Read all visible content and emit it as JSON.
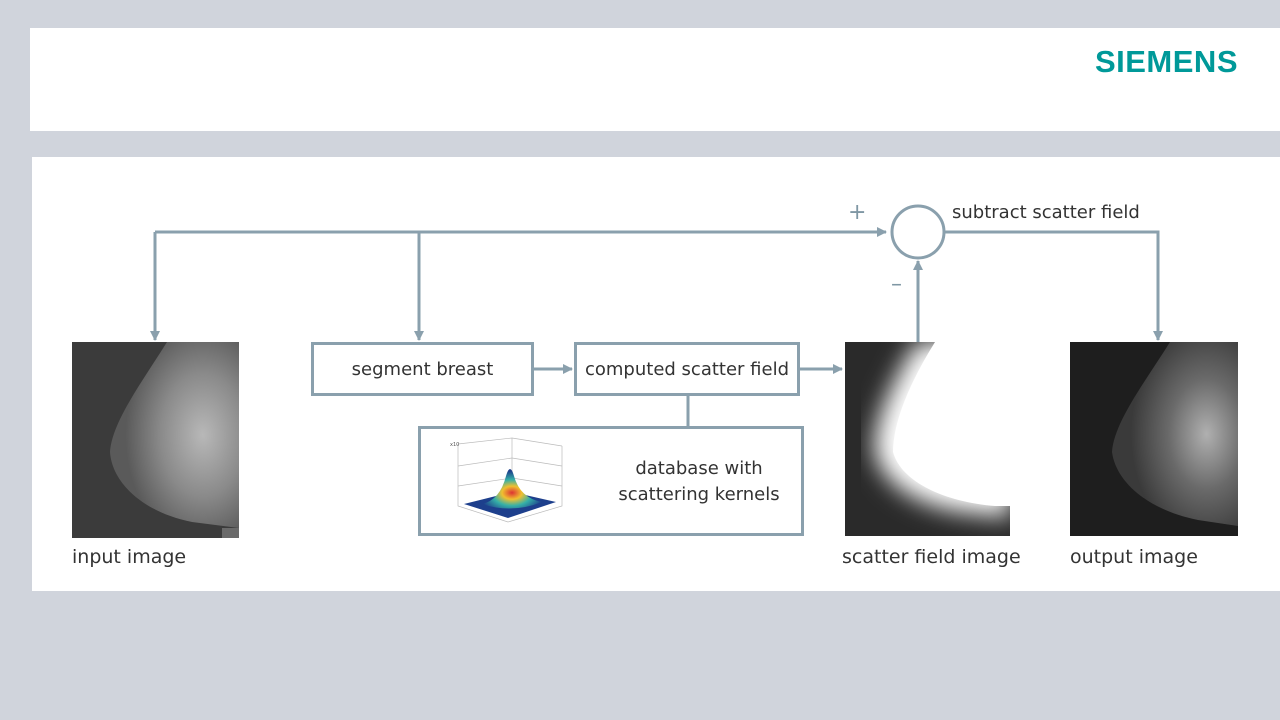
{
  "header": {
    "logo": "SIEMENS"
  },
  "diagram": {
    "nodes": {
      "segment": "segment breast",
      "scatter": "computed scatter field",
      "database_line1": "database with",
      "database_line2": "scattering kernels"
    },
    "captions": {
      "input": "input image",
      "scatter_field": "scatter field image",
      "output": "output image"
    },
    "subtract_label": "subtract scatter field",
    "plus": "+",
    "minus": "–"
  },
  "colors": {
    "brand": "#009999",
    "connector": "#8aa0ad",
    "background": "#d0d4dc"
  }
}
